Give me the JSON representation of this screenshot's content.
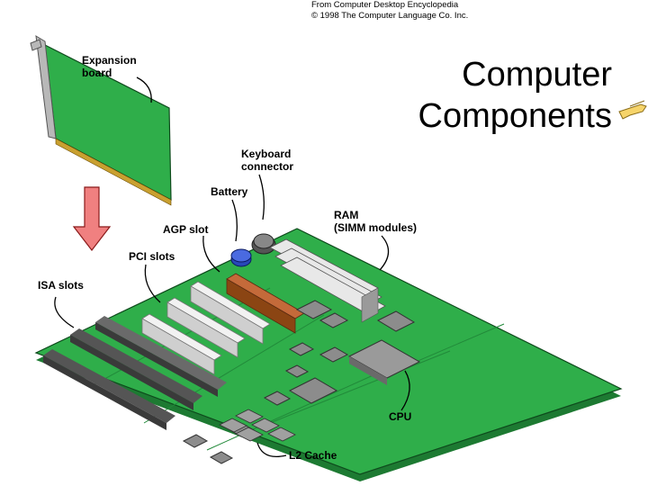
{
  "header": {
    "source_line1": "From Computer Desktop Encyclopedia",
    "source_line2": "© 1998 The Computer Language Co. Inc.",
    "title_line1": "Computer",
    "title_line2": "Components"
  },
  "labels": {
    "expansion_board_1": "Expansion",
    "expansion_board_2": "board",
    "keyboard_1": "Keyboard",
    "keyboard_2": "connector",
    "battery": "Battery",
    "ram_1": "RAM",
    "ram_2": "(SIMM modules)",
    "agp": "AGP slot",
    "pci": "PCI slots",
    "isa": "ISA slots",
    "cpu": "CPU",
    "l2": "L2 Cache"
  },
  "colors": {
    "board_green": "#2fae4a",
    "board_dark": "#1d7a32",
    "arrow_red": "#f08080",
    "slot_grey": "#7a7a7a",
    "slot_white": "#f2f2f2",
    "agp_brown": "#a0522d",
    "chip_grey": "#8c8c8c"
  }
}
